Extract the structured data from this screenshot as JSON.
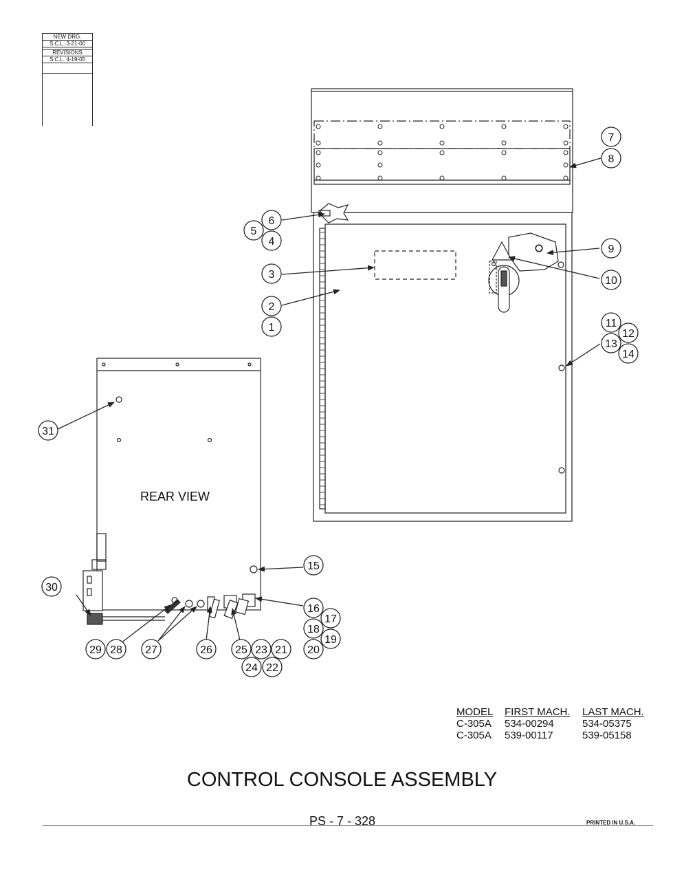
{
  "revision_block": {
    "row1": "NEW DRG.",
    "row2": "S.C.L. 3-21-00",
    "row3": "REVISIONS",
    "row4": "S.C.L. 4-19-05"
  },
  "rear_view_label": "REAR VIEW",
  "callouts": [
    "1",
    "2",
    "3",
    "4",
    "5",
    "6",
    "7",
    "8",
    "9",
    "10",
    "11",
    "12",
    "13",
    "14",
    "15",
    "16",
    "17",
    "18",
    "19",
    "20",
    "21",
    "22",
    "23",
    "24",
    "25",
    "26",
    "27",
    "28",
    "29",
    "30",
    "31"
  ],
  "model_table": {
    "headers": [
      "MODEL",
      "FIRST MACH.",
      "LAST MACH."
    ],
    "rows": [
      [
        "C-305A",
        "534-00294",
        "534-05375"
      ],
      [
        "C-305A",
        "539-00117",
        "539-05158"
      ]
    ]
  },
  "title": "CONTROL CONSOLE ASSEMBLY",
  "page_number": "PS - 7 - 328",
  "printed": "PRINTED IN U.S.A."
}
